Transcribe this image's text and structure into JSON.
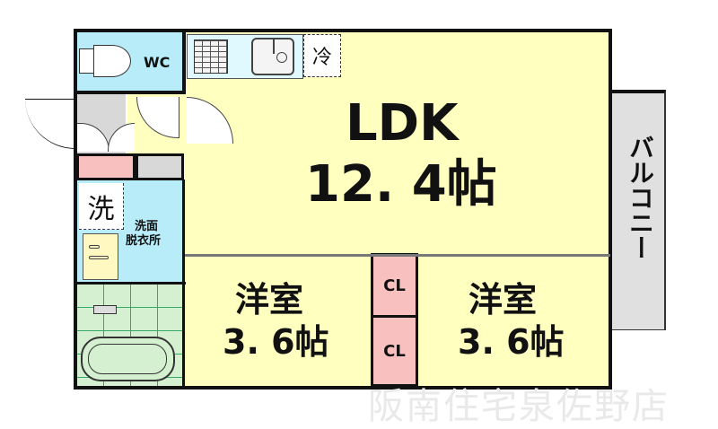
{
  "floorplan": {
    "rooms": {
      "ldk": {
        "name": "LDK",
        "size": "12. 4帖",
        "color": "#ffffc0"
      },
      "western_room_1": {
        "name": "洋室",
        "size": "3. 6帖",
        "color": "#ffffc0"
      },
      "western_room_2": {
        "name": "洋室",
        "size": "3. 6帖",
        "color": "#ffffc0"
      },
      "wc": {
        "name": "WC",
        "color": "#b8ecf8"
      },
      "washroom": {
        "name": "洗面\n脱衣所",
        "line1": "洗面",
        "line2": "脱衣所",
        "color": "#b8ecf8"
      },
      "bathroom": {
        "color": "#d4f0d0"
      },
      "balcony": {
        "name": "バルコニー",
        "color": "#e0e0e0"
      }
    },
    "closets": [
      {
        "label": "CL"
      },
      {
        "label": "CL"
      }
    ],
    "fixtures": {
      "washing_machine": "洗",
      "refrigerator": "冷"
    }
  },
  "watermark": "阪南住宅泉佐野店"
}
